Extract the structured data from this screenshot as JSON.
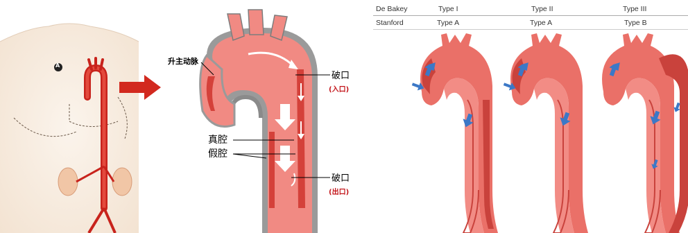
{
  "body_figure": {
    "marker": "A"
  },
  "aorta_section": {
    "ascending_aorta": "升主动脉",
    "entry_tear": "破口",
    "entry_tag": "(入口)",
    "true_lumen": "真腔",
    "false_lumen": "假腔",
    "exit_tear": "破口",
    "exit_tag": "(出口)"
  },
  "classification": {
    "debakey_label": "De Bakey",
    "stanford_label": "Stanford",
    "types": [
      {
        "debakey": "Type I",
        "stanford": "Type A"
      },
      {
        "debakey": "Type II",
        "stanford": "Type A"
      },
      {
        "debakey": "Type III",
        "stanford": "Type B"
      }
    ]
  },
  "colors": {
    "aorta": "#ea7068",
    "aorta_dark": "#c9423c",
    "arrow_red": "#d2291f",
    "flow_arrow": "#3b78c7",
    "skin": "#f8efe6",
    "tag_red": "#c3151a"
  }
}
